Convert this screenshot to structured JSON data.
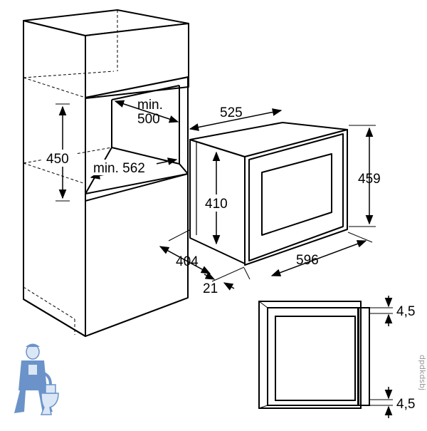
{
  "dimensions": {
    "cabinet_niche_depth": "min.\n500",
    "cabinet_niche_height": "450",
    "cabinet_niche_width": "min. 562",
    "cabinet_depth": "404",
    "cabinet_offset": "21",
    "oven_depth": "525",
    "oven_body_height": "410",
    "oven_front_height": "459",
    "oven_front_width": "596",
    "side_gap_top": "4,5",
    "side_gap_bottom": "4,5"
  },
  "watermark": {
    "text": "dpdkdsbj"
  },
  "colors": {
    "line": "#000000",
    "mascot": "#3a6fb8",
    "mascot_light": "#cfe0f4"
  }
}
